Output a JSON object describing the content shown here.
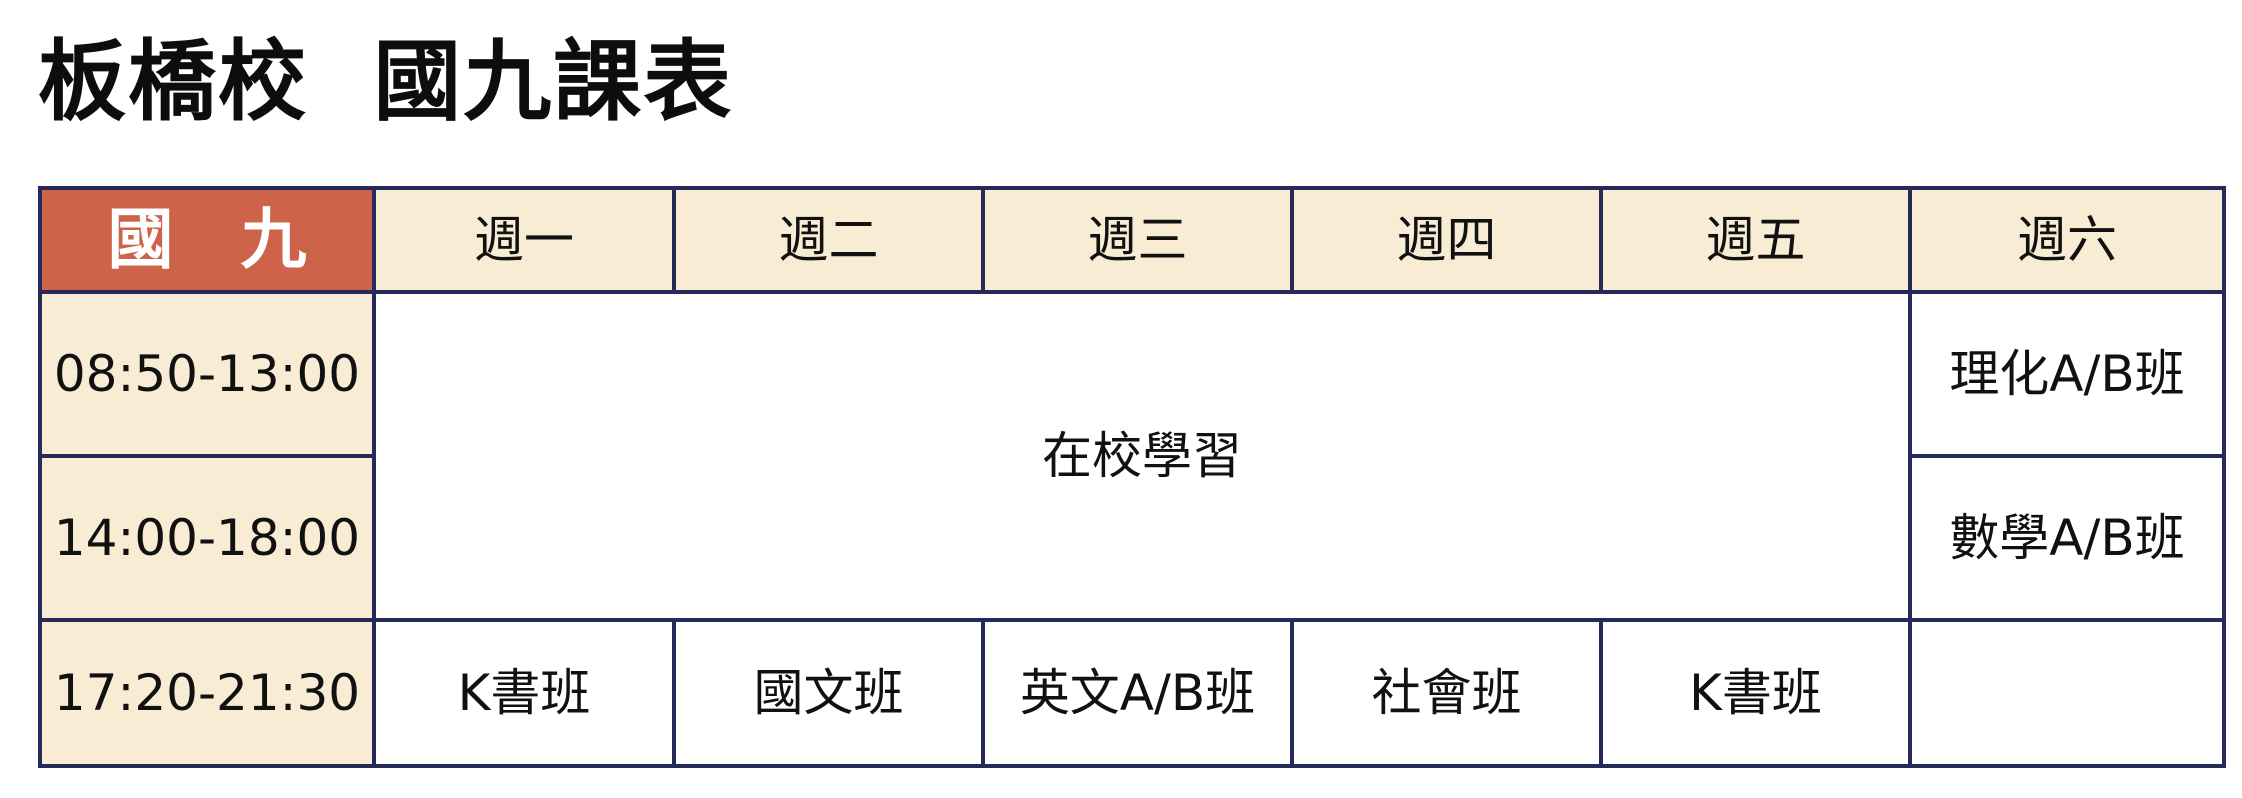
{
  "title": "板橋校  國九課表",
  "timetable": {
    "corner_label": "國 九",
    "days": [
      "週一",
      "週二",
      "週三",
      "週四",
      "週五",
      "週六"
    ],
    "time_slots": [
      "08:50-13:00",
      "14:00-18:00",
      "17:20-21:30"
    ],
    "weekday_daytime": "在校學習",
    "saturday": [
      "理化A/B班",
      "數學A/B班",
      ""
    ],
    "evening": [
      "K書班",
      "國文班",
      "英文A/B班",
      "社會班",
      "K書班"
    ]
  },
  "colors": {
    "border": "#262a5a",
    "corner_bg": "#cd644a",
    "header_bg": "#f9ecd4",
    "cell_bg": "#ffffff"
  }
}
